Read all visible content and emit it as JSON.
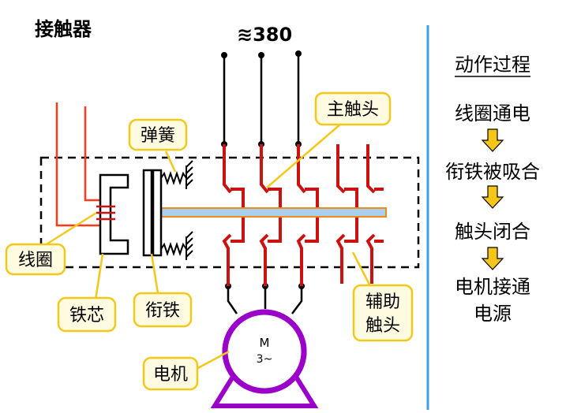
{
  "title": "接触器",
  "voltage": "≋380",
  "labels": {
    "spring": "弹簧",
    "main_contact": "主触头",
    "coil": "线圈",
    "core": "铁芯",
    "armature": "衔铁",
    "aux_contact_line1": "辅助",
    "aux_contact_line2": "触头",
    "motor": "电机",
    "motor_symbol_m": "M",
    "motor_symbol_3": "3~"
  },
  "process": {
    "heading": "动作过程",
    "steps": [
      "线圈通电",
      "衔铁被吸合",
      "触头闭合",
      "电机接通",
      "电源"
    ]
  },
  "colors": {
    "red": "#cc1111",
    "coil_wire": "#ff3b1a",
    "callout_fill": "#fffbe0",
    "callout_border": "#f2c81a",
    "arrow_fill": "#f5c518",
    "bar_fill": "#a9cfee",
    "bar_border": "#f08a1a",
    "motor": "#9b00c9",
    "divider": "#3fa0e6"
  }
}
